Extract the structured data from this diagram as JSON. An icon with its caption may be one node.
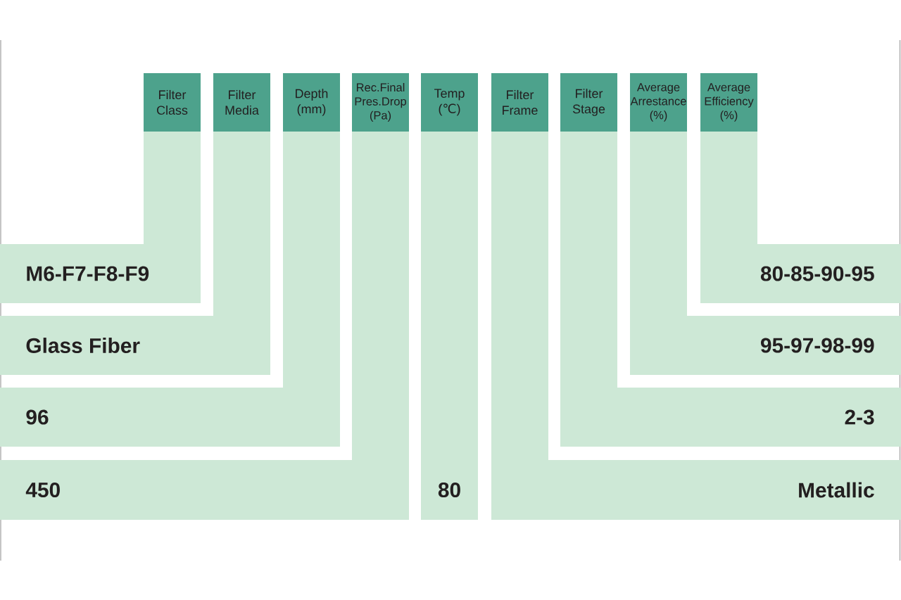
{
  "diagram": {
    "nodes": [
      {
        "text": [
          "Filter Class"
        ]
      },
      {
        "text": [
          "Filter Media"
        ]
      },
      {
        "text": [
          "Depth (mm)"
        ]
      },
      {
        "text": [
          "Rec.Final Pres.Drop (Pa)"
        ]
      },
      {
        "text": [
          "Temp (℃)"
        ]
      },
      {
        "text": [
          "Filter Frame"
        ]
      },
      {
        "text": [
          "Filter Stage"
        ]
      },
      {
        "text": [
          "Average Arrestance (%)"
        ]
      },
      {
        "text": [
          "Average Efficiency (%)"
        ]
      },
      {
        "text": [
          "M6-F7-F8-F9"
        ]
      },
      {
        "text": [
          "80-85-90-95"
        ]
      },
      {
        "text": [
          "Glass Fiber"
        ]
      },
      {
        "text": [
          "95-97-98-99"
        ]
      },
      {
        "text": [
          "96"
        ]
      },
      {
        "text": [
          "2-3"
        ]
      },
      {
        "text": [
          "450"
        ]
      },
      {
        "text": [
          "80"
        ]
      },
      {
        "text": [
          "Metallic"
        ]
      }
    ]
  }
}
